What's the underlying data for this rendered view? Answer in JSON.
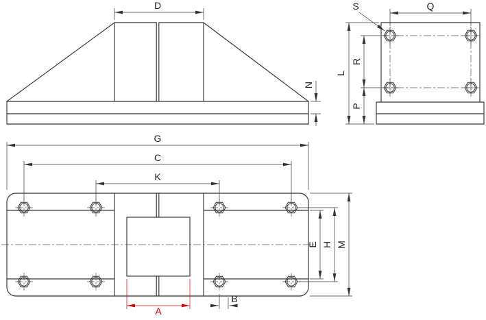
{
  "colors": {
    "ink": "#333333",
    "accent": "#cc0000",
    "background": "#ffffff"
  },
  "labels": {
    "front_top_width": "D",
    "front_step_height": "N",
    "side_screw_callout": "S",
    "side_hole_span": "Q",
    "side_height": "L",
    "side_hole_row_gap": "R",
    "side_hole_bottom_offset": "P",
    "plan_length": "G",
    "plan_outer_hole_span": "C",
    "plan_inner_hole_span": "K",
    "plan_slot_width": "A",
    "plan_hole_offset": "B",
    "plan_rail_span": "E",
    "plan_hole_row_span": "H",
    "plan_width": "M"
  }
}
